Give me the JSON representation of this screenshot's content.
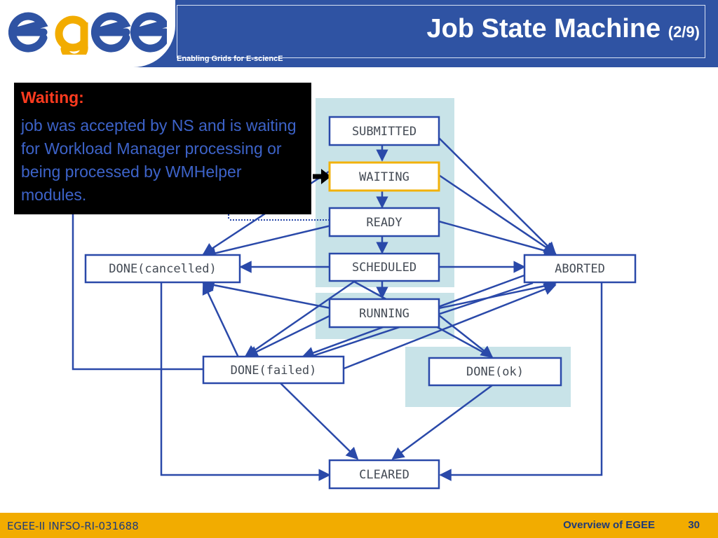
{
  "header": {
    "logo_text": "egee",
    "tagline": "Enabling Grids for E-sciencE",
    "title": "Job State Machine",
    "title_suffix": "(2/9)"
  },
  "callout": {
    "heading": "Waiting:",
    "body": "job was accepted by NS and is waiting for Workload Manager processing or being processed by WMHelper modules."
  },
  "diagram": {
    "states": {
      "submitted": "SUBMITTED",
      "waiting": "WAITING",
      "ready": "READY",
      "scheduled": "SCHEDULED",
      "running": "RUNNING",
      "done_cancelled": "DONE(cancelled)",
      "aborted": "ABORTED",
      "done_failed": "DONE(failed)",
      "done_ok": "DONE(ok)",
      "cleared": "CLEARED"
    },
    "highlighted_state": "WAITING",
    "colors": {
      "band": "#c8e3e8",
      "arrow": "#2a49a9",
      "highlight": "#f2b20b",
      "box_border": "#2a49a9"
    }
  },
  "footer": {
    "left": "EGEE-II INFSO-RI-031688",
    "section": "Overview of EGEE",
    "page": "30"
  }
}
